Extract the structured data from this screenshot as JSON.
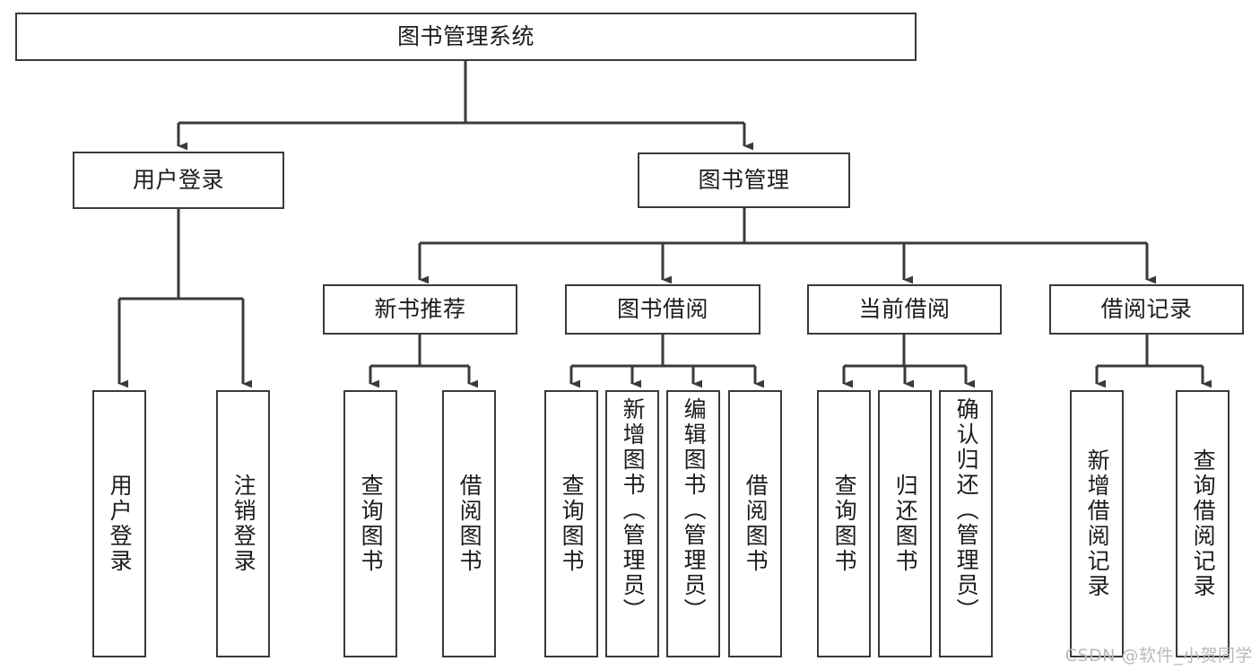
{
  "diagram": {
    "type": "tree-hierarchy",
    "title": "图书管理系统",
    "watermark": "CSDN @软件_小贺同学",
    "colors": {
      "box_border": "#3a3a3a",
      "box_fill": "#ffffff",
      "connector": "#3a3a3a",
      "text": "#1c1c1c",
      "watermark": "#b9b9b9",
      "background": "#ffffff"
    }
  },
  "nodes": {
    "root": {
      "label": "图书管理系统"
    },
    "level2": [
      {
        "id": "user-login",
        "label": "用户登录"
      },
      {
        "id": "book-management",
        "label": "图书管理"
      }
    ],
    "level3": [
      {
        "id": "new-book-recommend",
        "label": "新书推荐"
      },
      {
        "id": "book-borrow",
        "label": "图书借阅"
      },
      {
        "id": "current-borrow",
        "label": "当前借阅"
      },
      {
        "id": "borrow-record",
        "label": "借阅记录"
      }
    ],
    "leaves": {
      "user-login": [
        {
          "id": "leaf-user-login",
          "label": "用户登录"
        },
        {
          "id": "leaf-user-logout",
          "label": "注销登录"
        }
      ],
      "new-book-recommend": [
        {
          "id": "leaf-query-book-1",
          "label": "查询图书"
        },
        {
          "id": "leaf-borrow-book-1",
          "label": "借阅图书"
        }
      ],
      "book-borrow": [
        {
          "id": "leaf-query-book-2",
          "label": "查询图书"
        },
        {
          "id": "leaf-add-book",
          "label": "新增图书（管理员）"
        },
        {
          "id": "leaf-edit-book",
          "label": "编辑图书（管理员）"
        },
        {
          "id": "leaf-borrow-book-2",
          "label": "借阅图书"
        }
      ],
      "current-borrow": [
        {
          "id": "leaf-query-book-3",
          "label": "查询图书"
        },
        {
          "id": "leaf-return-book",
          "label": "归还图书"
        },
        {
          "id": "leaf-confirm-return",
          "label": "确认归还（管理员）"
        }
      ],
      "borrow-record": [
        {
          "id": "leaf-add-record",
          "label": "新增借阅记录"
        },
        {
          "id": "leaf-query-record",
          "label": "查询借阅记录"
        }
      ]
    }
  }
}
